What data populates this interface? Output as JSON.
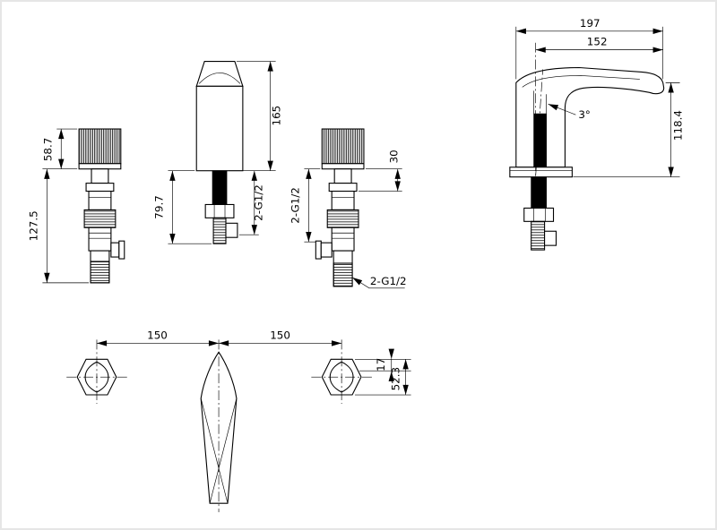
{
  "style": {
    "background": "#ffffff",
    "line_color": "#000000",
    "border_color": "#e6e6e6"
  },
  "views": {
    "handle_left_front": {
      "dims": {
        "head_height": "58.7",
        "body_height": "127.5"
      }
    },
    "spout_front": {
      "dims": {
        "overall_height": "165",
        "shank_length": "79.7",
        "thread_spec": "2-G1/2"
      }
    },
    "handle_right_front": {
      "dims": {
        "collar_height": "30",
        "thread_spec_side": "2-G1/2",
        "thread_spec_bottom": "2-G1/2"
      }
    },
    "spout_side": {
      "dims": {
        "overall_depth": "197",
        "spout_reach": "152",
        "tilt_angle": "3°",
        "spout_height": "118.4"
      }
    },
    "plan": {
      "dims": {
        "pitch_left": "150",
        "pitch_right": "150",
        "handle_top_offset": "17",
        "handle_length": "52.3"
      }
    }
  }
}
